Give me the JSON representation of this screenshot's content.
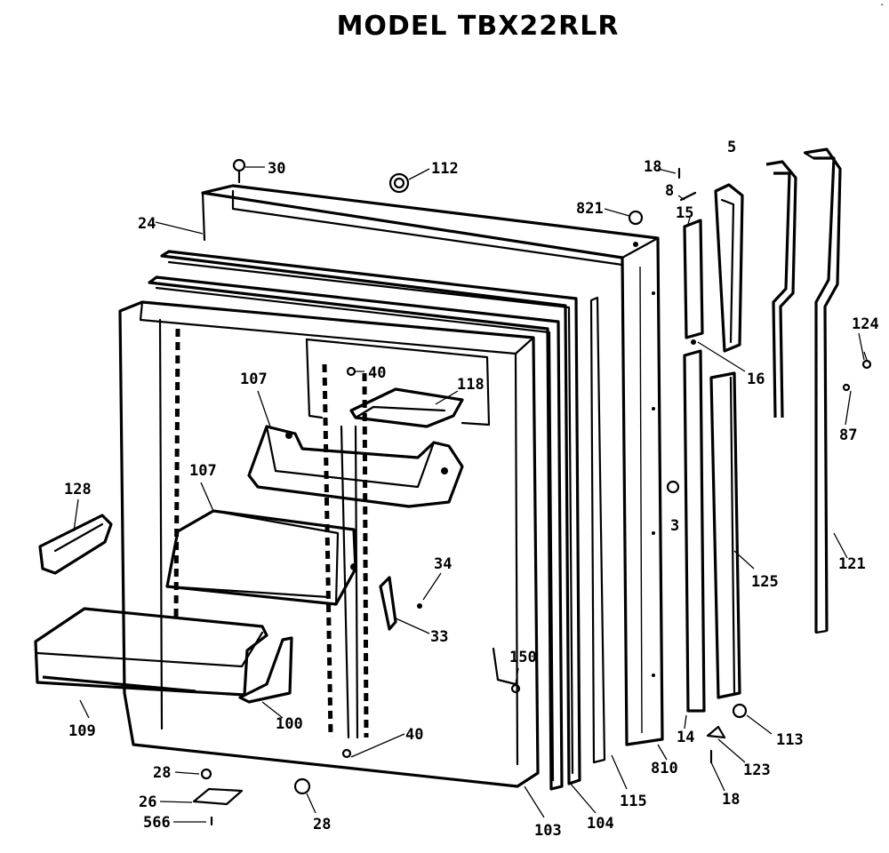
{
  "title": "MODEL TBX22RLR",
  "corner_mark": "-",
  "parts": {
    "p30": "30",
    "p112": "112",
    "p18a": "18",
    "p5": "5",
    "p8": "8",
    "p821": "821",
    "p15": "15",
    "p24": "24",
    "p16": "16",
    "p124": "124",
    "p87": "87",
    "p107a": "107",
    "p118": "118",
    "p40a": "40",
    "p128": "128",
    "p107b": "107",
    "p3": "3",
    "p34": "34",
    "p33": "33",
    "p125": "125",
    "p121": "121",
    "p150": "150",
    "p109": "109",
    "p100": "100",
    "p40b": "40",
    "p14": "14",
    "p113": "113",
    "p810": "810",
    "p123": "123",
    "p28a": "28",
    "p26": "26",
    "p566": "566",
    "p28b": "28",
    "p103": "103",
    "p104": "104",
    "p115": "115",
    "p18b": "18"
  }
}
